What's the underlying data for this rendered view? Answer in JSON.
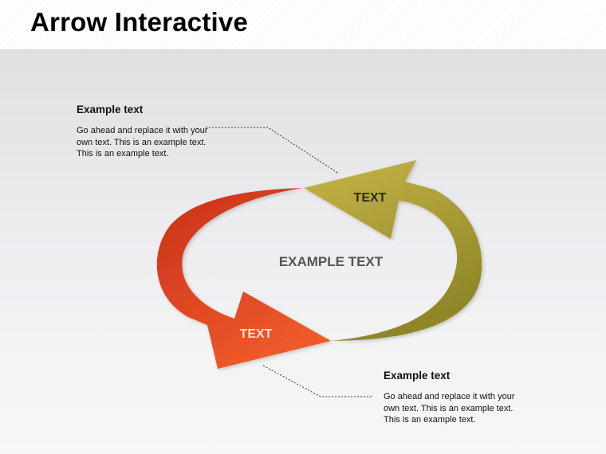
{
  "title": "Arrow Interactive",
  "center_text": "EXAMPLE TEXT",
  "colors": {
    "red_arrow_light": "#f05a2a",
    "red_arrow_dark": "#c8301a",
    "olive_arrow_light": "#c6b447",
    "olive_arrow_dark": "#8f8628",
    "center_text": "#555555",
    "leader_line": "#333333"
  },
  "arrows": [
    {
      "id": "red",
      "label": "TEXT",
      "label_color": "#f6e7d6"
    },
    {
      "id": "olive",
      "label": "TEXT",
      "label_color": "#2a2a2a"
    }
  ],
  "callouts": [
    {
      "heading": "Example text",
      "body": "Go ahead and replace it with your own text. This is an example text. This is an example text."
    },
    {
      "heading": "Example text",
      "body": "Go ahead and replace it with your own text. This is an example text. This is an example text."
    }
  ]
}
